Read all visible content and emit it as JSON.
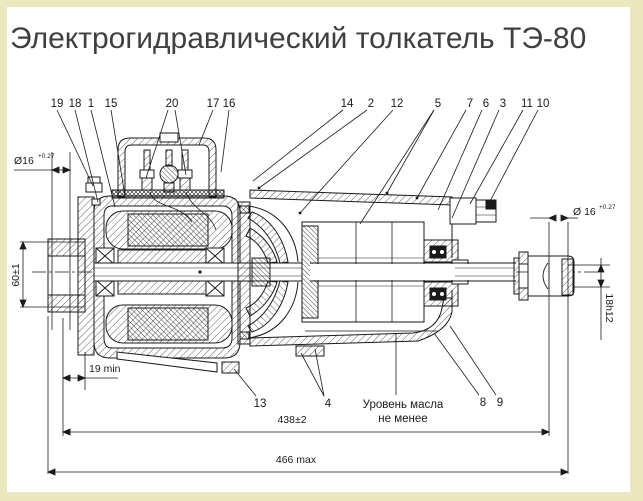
{
  "page": {
    "background_color": "#ebe7bf",
    "panel_color": "#ffffff",
    "line_color": "#1a1a1a",
    "title_color": "#3f3f3f"
  },
  "title": "Электрогидравлический толкатель ТЭ-80",
  "drawing": {
    "callouts": [
      {
        "label": "19"
      },
      {
        "label": "18"
      },
      {
        "label": "1"
      },
      {
        "label": "15"
      },
      {
        "label": "20"
      },
      {
        "label": "17"
      },
      {
        "label": "16"
      },
      {
        "label": "14"
      },
      {
        "label": "2"
      },
      {
        "label": "12"
      },
      {
        "label": "5"
      },
      {
        "label": "7"
      },
      {
        "label": "6"
      },
      {
        "label": "3"
      },
      {
        "label": "11"
      },
      {
        "label": "10"
      },
      {
        "label": "13"
      },
      {
        "label": "4"
      },
      {
        "label": "8"
      },
      {
        "label": "9"
      }
    ],
    "dimensions": {
      "dia_left": {
        "main": "Ø16",
        "tol": "+0.27"
      },
      "dia_right": {
        "main": "Ø 16",
        "tol": "+0.27"
      },
      "height_left": "60±1",
      "min_gap": "19 min",
      "length_inner": "438±2",
      "length_overall": "466 max",
      "rod_eye_width": "18h12"
    },
    "annotations": {
      "oil_level_line1": "Уровень масла",
      "oil_level_line2": "не менее"
    }
  }
}
